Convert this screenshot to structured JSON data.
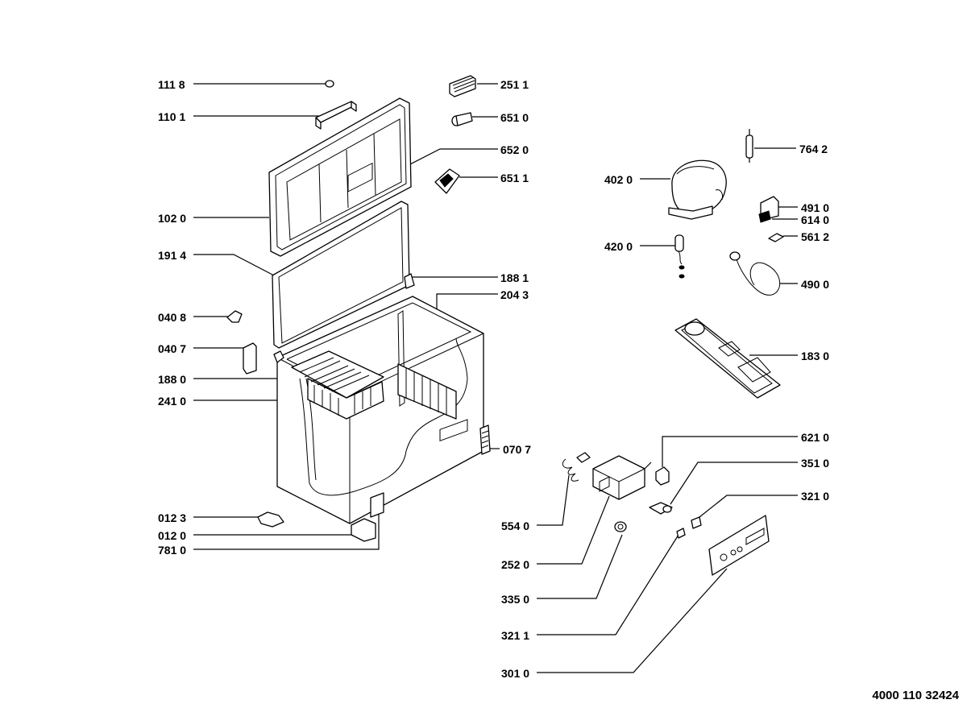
{
  "labels": {
    "l1118": "111 8",
    "l1101": "110 1",
    "l1020": "102 0",
    "l1914": "191 4",
    "l0408": "040 8",
    "l0407": "040 7",
    "l1880": "188 0",
    "l2410": "241 0",
    "l0123": "012 3",
    "l0120": "012 0",
    "l7810": "781 0",
    "l2511": "251 1",
    "l6510": "651 0",
    "l6520": "652 0",
    "l6511": "651 1",
    "l1881": "188 1",
    "l2043": "204 3",
    "l0707": "070 7",
    "l7642": "764 2",
    "l4020": "402 0",
    "l4910": "491 0",
    "l6140": "614 0",
    "l5612": "561 2",
    "l4200": "420 0",
    "l4900": "490 0",
    "l1830": "183 0",
    "l6210": "621 0",
    "l3510": "351 0",
    "l3210": "321 0",
    "l5540": "554 0",
    "l2520": "252 0",
    "l3350": "335 0",
    "l3211": "321 1",
    "l3010": "301 0"
  },
  "document_code": "4000 110 32424"
}
